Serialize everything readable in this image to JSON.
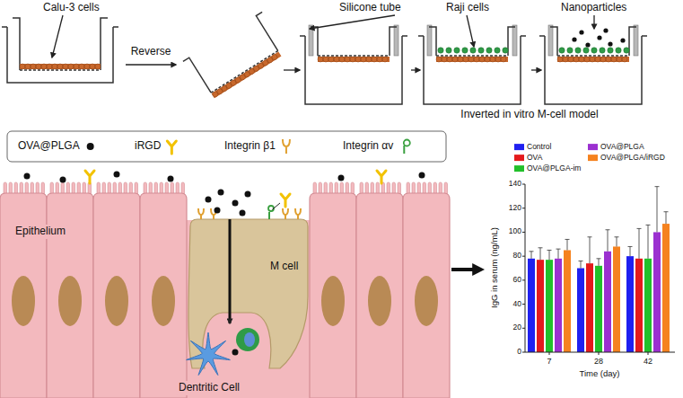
{
  "diagram": {
    "nodes": [
      {
        "text": [
          "Epithelium"
        ]
      },
      {
        "text": [
          "M cell"
        ]
      },
      {
        "text": [
          "Dentritic Cell"
        ]
      }
    ],
    "labels": [
      "Calu-3 cells",
      "Reverse",
      "Silicone tube",
      "Raji cells",
      "Nanoparticles",
      "Inverted in vitro M-cell model",
      "IgG in serum (ng/mL)",
      "0",
      "20",
      "40",
      "60",
      "80",
      "100",
      "120",
      "140",
      "7",
      "28",
      "42",
      "Time (day)"
    ],
    "legend": [
      {
        "text": "OVA@PLGA"
      },
      {
        "text": "iRGD"
      },
      {
        "text": "Integrin β1"
      },
      {
        "text": "Integrin αv"
      },
      {
        "text": "Control",
        "color": "#2020f0"
      },
      {
        "text": "OVA",
        "color": "#e41a1c"
      },
      {
        "text": "OVA@PLGA-im",
        "color": "#22c02a"
      },
      {
        "text": "OVA@PLGA",
        "color": "#9b30d0"
      },
      {
        "text": "OVA@PLGA/iRGD",
        "color": "#f5821f"
      }
    ]
  }
}
